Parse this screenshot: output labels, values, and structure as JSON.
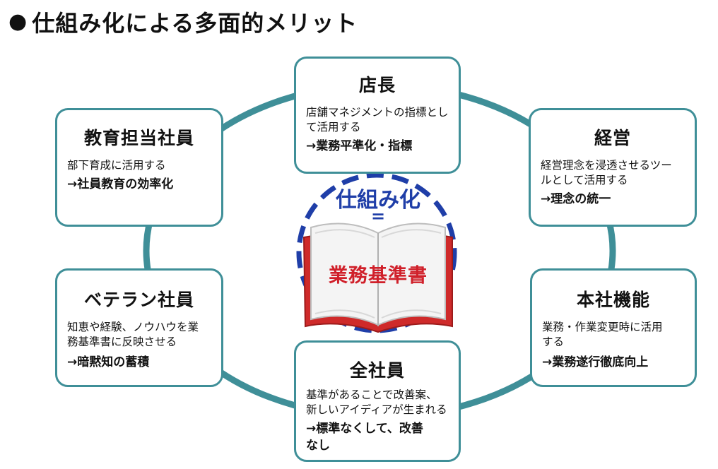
{
  "title": {
    "bullet": "●",
    "text": "仕組み化による多面的メリット"
  },
  "center": {
    "label": "仕組み化",
    "equals": "=",
    "book_title": "業務基準書"
  },
  "colors": {
    "card_border": "#3f8f98",
    "ring": "#3f8f98",
    "dashed_circle": "#1f3ea8",
    "book_red": "#d0202a"
  },
  "cards": {
    "store_manager": {
      "title": "店長",
      "desc_lines": [
        "店舗マネジメントの指標とし",
        "て活用する"
      ],
      "result": "→業務平準化・指標"
    },
    "management": {
      "title": "経営",
      "desc_lines": [
        "経営理念を浸透させるツー",
        "ルとして活用する"
      ],
      "result": "→理念の統一"
    },
    "headquarters": {
      "title": "本社機能",
      "desc_lines": [
        "業務・作業変更時に活用",
        "する"
      ],
      "result": "→業務遂行徹底向上"
    },
    "all_staff": {
      "title": "全社員",
      "desc_lines": [
        "基準があることで改善案、",
        "新しいアイディアが生まれる"
      ],
      "result_lines": [
        "→標準なくして、改善",
        "なし"
      ]
    },
    "veteran": {
      "title": "ベテラン社員",
      "desc_lines": [
        "知恵や経験、ノウハウを業",
        "務基準書に反映させる"
      ],
      "result": "→暗黙知の蓄積"
    },
    "trainer": {
      "title": "教育担当社員",
      "desc_lines": [
        "部下育成に活用する"
      ],
      "result": "→社員教育の効率化"
    }
  }
}
